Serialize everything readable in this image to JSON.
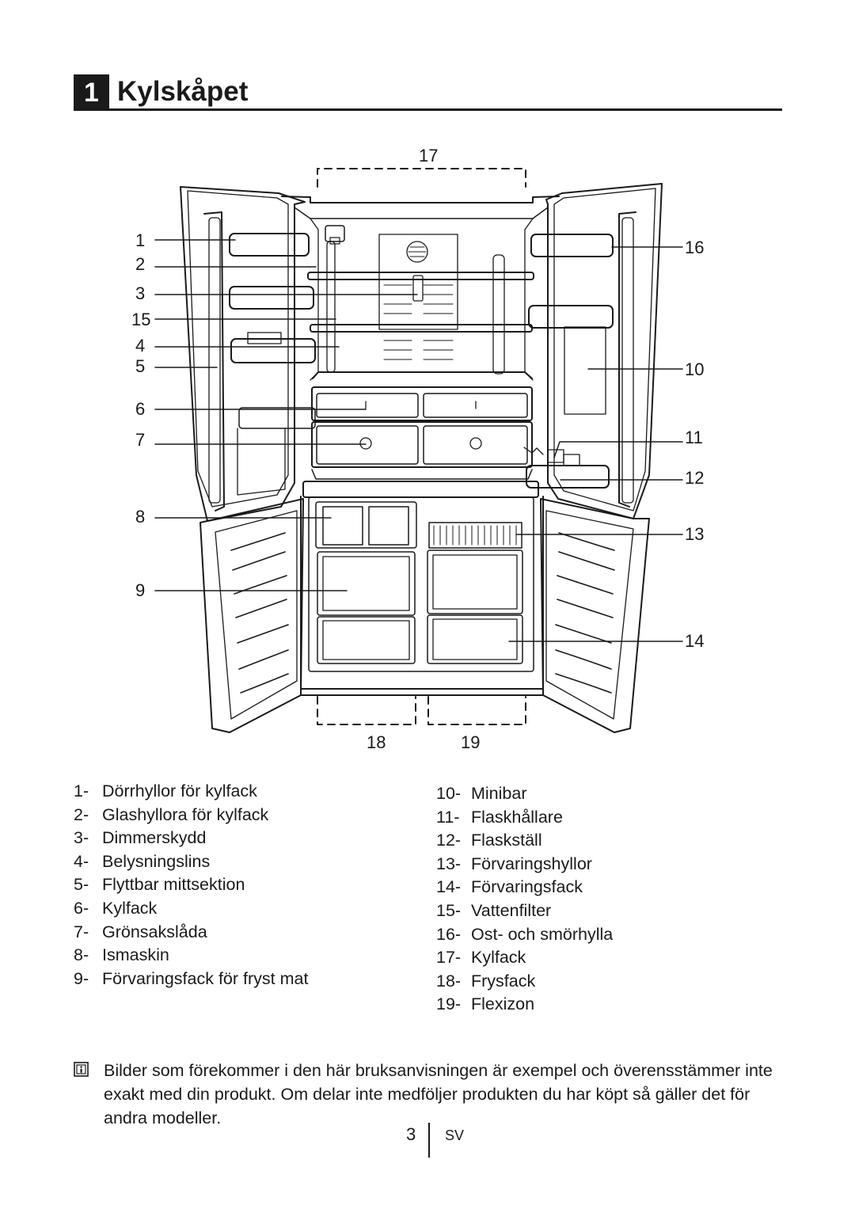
{
  "chapter": {
    "number": "1",
    "title": "Kylskåpet"
  },
  "diagram": {
    "callouts": [
      "1",
      "2",
      "3",
      "15",
      "4",
      "5",
      "6",
      "7",
      "8",
      "9",
      "16",
      "10",
      "11",
      "12",
      "13",
      "14",
      "17",
      "18",
      "19"
    ]
  },
  "legend_left": [
    {
      "num": "1-",
      "label": "Dörrhyllor för kylfack"
    },
    {
      "num": "2-",
      "label": "Glashyllora för kylfack"
    },
    {
      "num": "3-",
      "label": "Dimmerskydd"
    },
    {
      "num": "4-",
      "label": "Belysningslins"
    },
    {
      "num": "5-",
      "label": "Flyttbar mittsektion"
    },
    {
      "num": "6-",
      "label": "Kylfack"
    },
    {
      "num": "7-",
      "label": "Grönsakslåda"
    },
    {
      "num": "8-",
      "label": "Ismaskin"
    },
    {
      "num": "9-",
      "label": "Förvaringsfack för fryst mat"
    }
  ],
  "legend_right": [
    {
      "num": "10-",
      "label": "Minibar"
    },
    {
      "num": "11-",
      "label": "Flaskhållare"
    },
    {
      "num": "12-",
      "label": "Flaskställ"
    },
    {
      "num": "13-",
      "label": "Förvaringshyllor"
    },
    {
      "num": "14-",
      "label": "Förvaringsfack"
    },
    {
      "num": "15-",
      "label": "Vattenfilter"
    },
    {
      "num": "16-",
      "label": "Ost- och smörhylla"
    },
    {
      "num": "17-",
      "label": "Kylfack"
    },
    {
      "num": "18-",
      "label": "Frysfack"
    },
    {
      "num": "19-",
      "label": "Flexizon"
    }
  ],
  "note": {
    "icon": "info-icon",
    "text": "Bilder som förekommer i den här bruksanvisningen är exempel och överensstämmer inte exakt med din produkt. Om delar inte medföljer produkten du har köpt så gäller det för andra modeller."
  },
  "footer": {
    "page_number": "3",
    "language": "SV"
  }
}
